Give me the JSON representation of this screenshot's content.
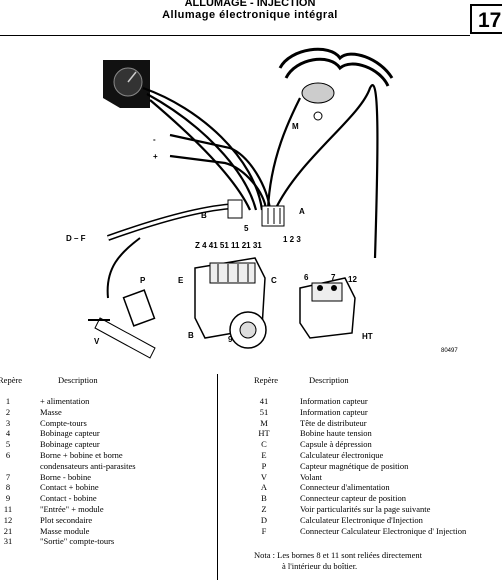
{
  "header": {
    "title": "ALLUMAGE - INJECTION",
    "subtitle": "Allumage électronique intégral",
    "page_number": "17"
  },
  "diagram": {
    "reference": "80497",
    "labels": {
      "minus": "-",
      "plus": "+",
      "d_f": "D – F",
      "B_top": "B",
      "A": "A",
      "nums_A": "1 2 3",
      "five": "5",
      "z_row": "Z 4 41 51 11 21 31",
      "P": "P",
      "E": "E",
      "C": "C",
      "V": "V",
      "B_bot": "B",
      "nine": "9",
      "six": "6",
      "seven": "7",
      "twelve": "12",
      "HT": "HT",
      "M": "M"
    }
  },
  "legend": {
    "col_ref": "Repère",
    "col_desc": "Description",
    "left": [
      {
        "n": "1",
        "d": "+ alimentation"
      },
      {
        "n": "2",
        "d": "Masse"
      },
      {
        "n": "3",
        "d": "Compte-tours"
      },
      {
        "n": "4",
        "d": "Bobinage capteur"
      },
      {
        "n": "5",
        "d": "Bobinage capteur"
      },
      {
        "n": "6",
        "d": "Borne + bobine et borne"
      },
      {
        "n": "",
        "d": "condensateurs anti-parasites"
      },
      {
        "n": "7",
        "d": "Borne - bobine"
      },
      {
        "n": "8",
        "d": "Contact + bobine"
      },
      {
        "n": "9",
        "d": "Contact - bobine"
      },
      {
        "n": "11",
        "d": "\"Entrée\" + module"
      },
      {
        "n": "12",
        "d": "Plot secondaire"
      },
      {
        "n": "21",
        "d": "Masse module"
      },
      {
        "n": "31",
        "d": "\"Sortie\" compte-tours"
      }
    ],
    "right": [
      {
        "n": "41",
        "d": "Information capteur"
      },
      {
        "n": "51",
        "d": "Information capteur"
      },
      {
        "n": "M",
        "d": "Tête de distributeur"
      },
      {
        "n": "HT",
        "d": "Bobine haute tension"
      },
      {
        "n": "C",
        "d": "Capsule à dépression"
      },
      {
        "n": "E",
        "d": "Calculateur électronique"
      },
      {
        "n": "P",
        "d": "Capteur magnétique de position"
      },
      {
        "n": "V",
        "d": "Volant"
      },
      {
        "n": "A",
        "d": "Connecteur d'alimentation"
      },
      {
        "n": "B",
        "d": "Connecteur capteur de position"
      },
      {
        "n": "Z",
        "d": "Voir particularités sur la page suivante"
      },
      {
        "n": "D",
        "d": "Calculateur Electronique d'Injection"
      },
      {
        "n": "F",
        "d": "Connecteur Calculateur Electronique d' Injection"
      }
    ],
    "note_line1": "Nota : Les bornes 8 et 11 sont reliées directement",
    "note_line2": "à l'intérieur du boîtier."
  }
}
